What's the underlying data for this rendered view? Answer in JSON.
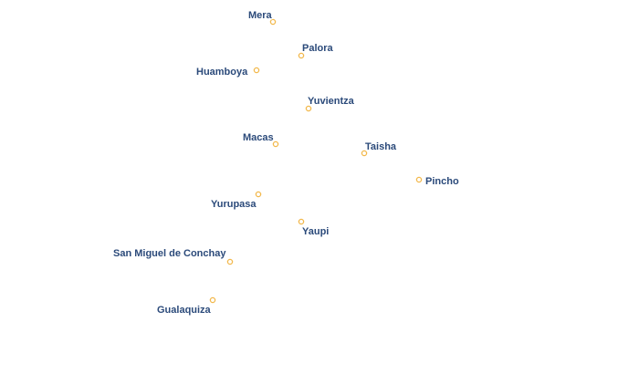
{
  "colors": {
    "background": "#ffffff",
    "dot_stroke": "#f2b84b",
    "label_fill": "#2b4a7a",
    "label_halo": "#ffffff"
  },
  "places": [
    {
      "id": "mera",
      "name": "Mera"
    },
    {
      "id": "palora",
      "name": "Palora"
    },
    {
      "id": "huamboya",
      "name": "Huamboya"
    },
    {
      "id": "yuvientza",
      "name": "Yuvientza"
    },
    {
      "id": "macas",
      "name": "Macas"
    },
    {
      "id": "taisha",
      "name": "Taisha"
    },
    {
      "id": "pincho",
      "name": "Pincho"
    },
    {
      "id": "yurupasa",
      "name": "Yurupasa"
    },
    {
      "id": "yaupi",
      "name": "Yaupi"
    },
    {
      "id": "san-miguel-de-conchay",
      "name": "San Miguel de Conchay"
    },
    {
      "id": "gualaquiza",
      "name": "Gualaquiza"
    }
  ]
}
